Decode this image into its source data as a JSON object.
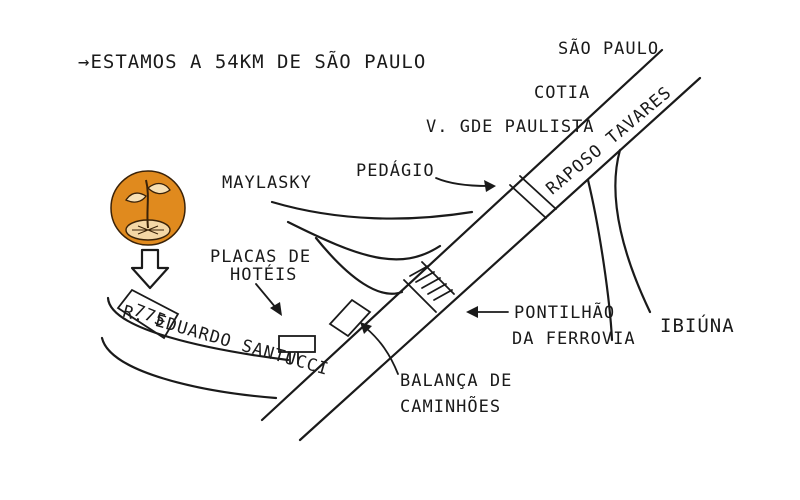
{
  "header_note": "→ESTAMOS A 54KM DE SÃO PAULO",
  "labels": {
    "sao_paulo": "SÃO PAULO",
    "cotia": "COTIA",
    "vargem_grande": "V. GDE PAULISTA",
    "raposo_tavares": "RAPOSO TAVARES",
    "maylasky": "MAYLASKY",
    "pedagio": "PEDÁGIO",
    "placas_line1": "PLACAS DE",
    "placas_line2": "HOTÉIS",
    "pontilhao_line1": "PONTILHÃO",
    "pontilhao_line2": "DA FERROVIA",
    "ibiuna": "IBIÚNA",
    "balanca_line1": "BALANÇA DE",
    "balanca_line2": "CAMINHÕES",
    "street": "R. EDUARDO SANTUCCI",
    "street_number": "775"
  },
  "icons": {
    "logo": "orange-circle-sprout-logo",
    "down": "down-arrow-icon"
  },
  "colors": {
    "ink": "#1a1a1a",
    "logo_orange": "#e08a1e",
    "logo_dark": "#6b3a10"
  }
}
